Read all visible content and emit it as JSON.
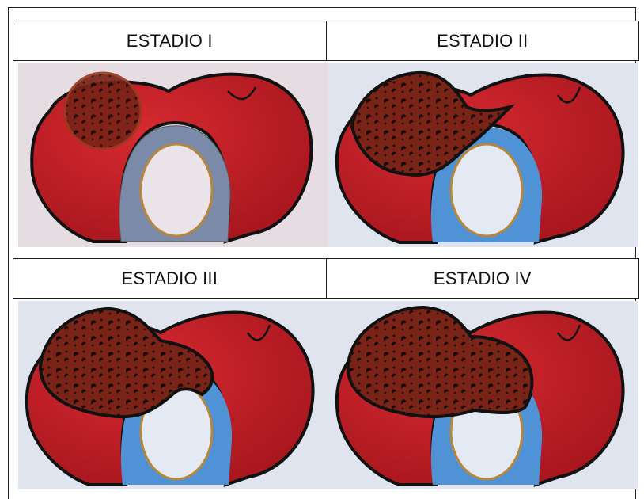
{
  "stages": [
    {
      "id": "I",
      "label": "ESTADIO I"
    },
    {
      "id": "II",
      "label": "ESTADIO II"
    },
    {
      "id": "III",
      "label": "ESTADIO III"
    },
    {
      "id": "IV",
      "label": "ESTADIO IV"
    }
  ],
  "colors": {
    "sacrum_red": "#c0202a",
    "tumor_dark": "#5a1a14",
    "canal_gray_blue": "#7a8aa8",
    "canal_blue": "#4f93d6",
    "dural_ring": "#b8863a",
    "background_panel_1": "#e6dde2",
    "background_panel_other": "#dfe4ef"
  }
}
